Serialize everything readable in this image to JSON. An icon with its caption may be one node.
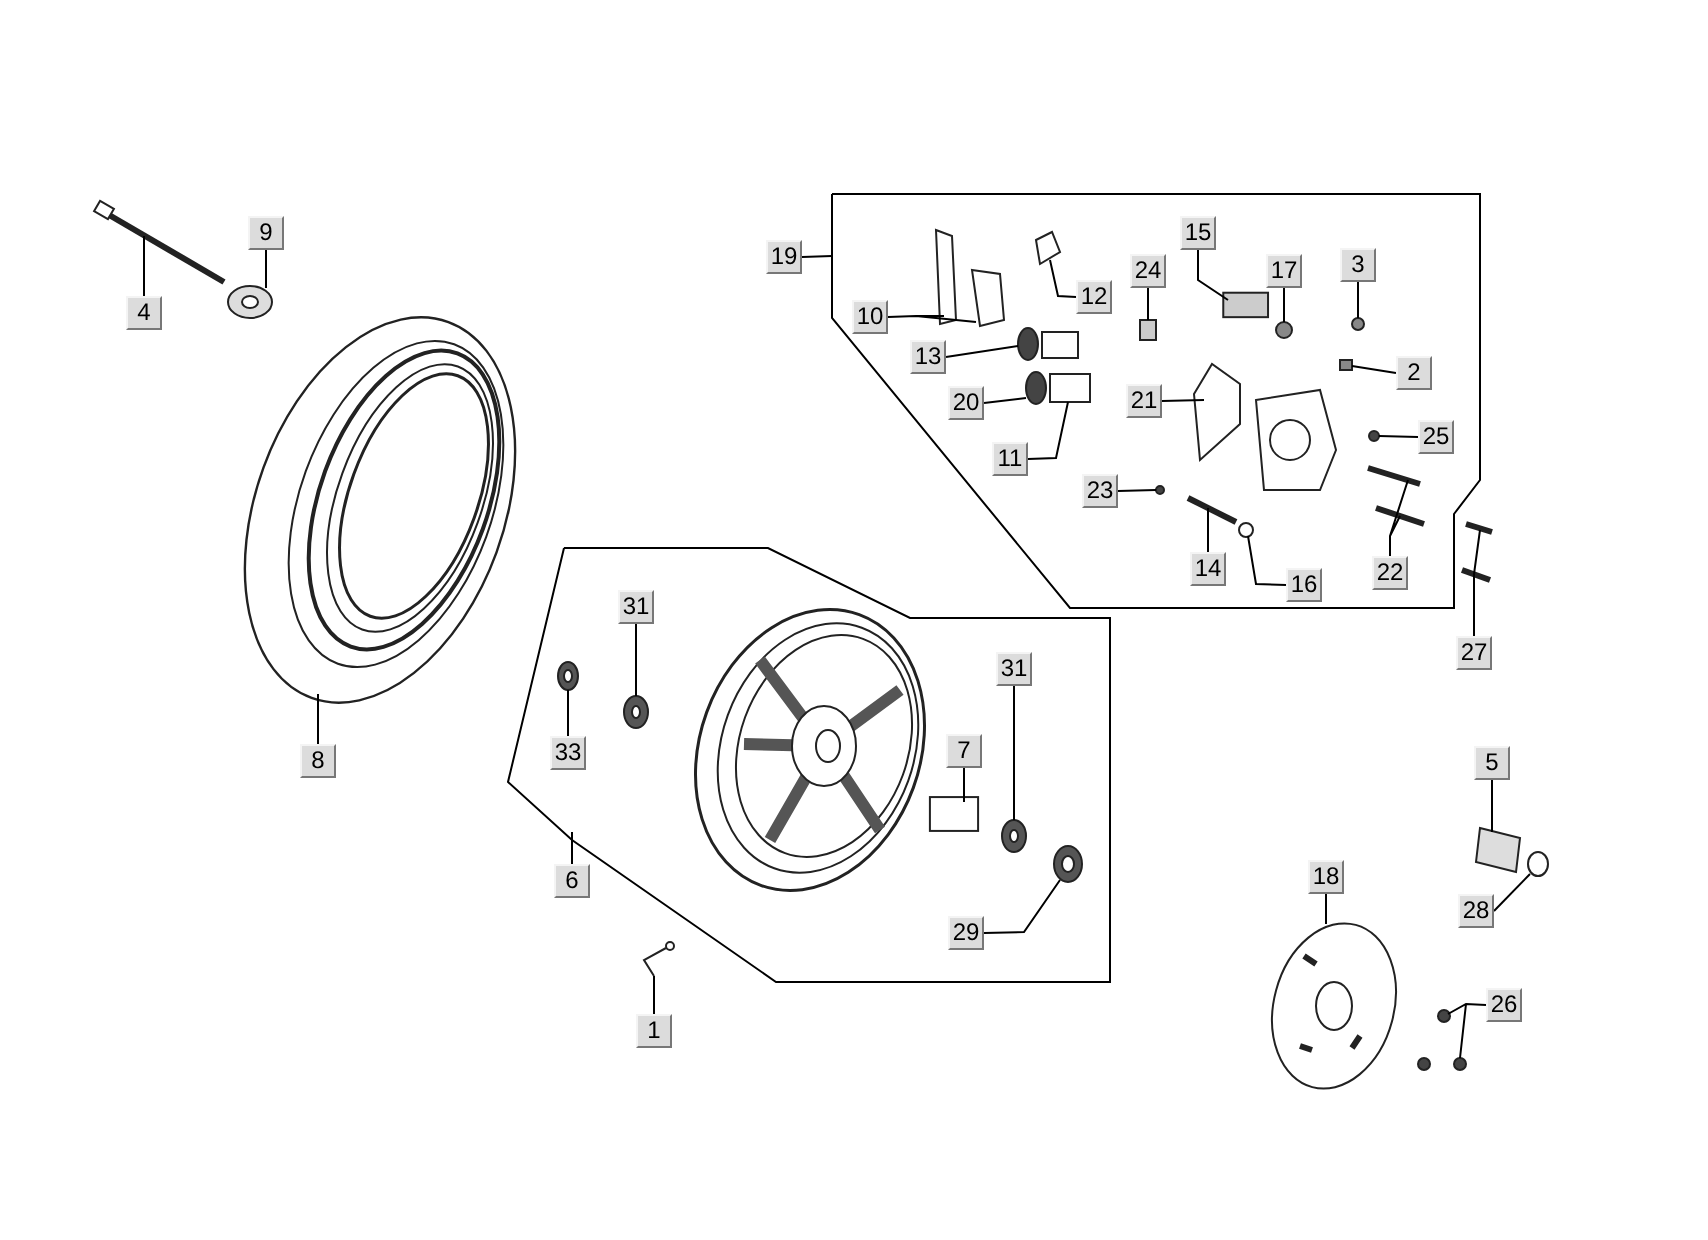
{
  "diagram": {
    "nodes": [
      {
        "text": [
          "9"
        ]
      },
      {
        "text": [
          "4"
        ]
      },
      {
        "text": [
          "19"
        ]
      },
      {
        "text": [
          "15"
        ]
      },
      {
        "text": [
          "24"
        ]
      },
      {
        "text": [
          "17"
        ]
      },
      {
        "text": [
          "3"
        ]
      },
      {
        "text": [
          "10"
        ]
      },
      {
        "text": [
          "12"
        ]
      },
      {
        "text": [
          "13"
        ]
      },
      {
        "text": [
          "2"
        ]
      },
      {
        "text": [
          "21"
        ]
      },
      {
        "text": [
          "20"
        ]
      },
      {
        "text": [
          "25"
        ]
      },
      {
        "text": [
          "11"
        ]
      },
      {
        "text": [
          "23"
        ]
      },
      {
        "text": [
          "22"
        ]
      },
      {
        "text": [
          "14"
        ]
      },
      {
        "text": [
          "16"
        ]
      },
      {
        "text": [
          "27"
        ]
      },
      {
        "text": [
          "31"
        ]
      },
      {
        "text": [
          "31"
        ]
      },
      {
        "text": [
          "33"
        ]
      },
      {
        "text": [
          "7"
        ]
      },
      {
        "text": [
          "8"
        ]
      },
      {
        "text": [
          "5"
        ]
      },
      {
        "text": [
          "6"
        ]
      },
      {
        "text": [
          "18"
        ]
      },
      {
        "text": [
          "28"
        ]
      },
      {
        "text": [
          "29"
        ]
      },
      {
        "text": [
          "26"
        ]
      },
      {
        "text": [
          "1"
        ]
      },
      {
        "text": [],
        "shape": "picture"
      },
      {
        "text": [],
        "shape": "picture"
      },
      {
        "text": [],
        "shape": "picture"
      },
      {
        "text": [],
        "shape": "picture"
      },
      {
        "text": [],
        "shape": "picture"
      },
      {
        "text": [],
        "shape": "circle"
      },
      {
        "text": [],
        "shape": "circle"
      },
      {
        "text": [],
        "shape": "picture"
      },
      {
        "text": [],
        "shape": "box"
      },
      {
        "text": [],
        "shape": "box"
      },
      {
        "text": [],
        "shape": "circle"
      },
      {
        "text": [],
        "shape": "circle"
      },
      {
        "text": [],
        "shape": "box"
      },
      {
        "text": [],
        "shape": "picture"
      },
      {
        "text": [],
        "shape": "circle"
      },
      {
        "text": [],
        "shape": "circle"
      },
      {
        "text": [],
        "shape": "picture"
      },
      {
        "text": [],
        "shape": "picture"
      },
      {
        "text": [],
        "shape": "circle"
      },
      {
        "text": [],
        "shape": "picture"
      },
      {
        "text": [],
        "shape": "picture"
      },
      {
        "text": [],
        "shape": "picture"
      },
      {
        "text": [],
        "shape": "picture"
      },
      {
        "text": [],
        "shape": "box"
      },
      {
        "text": [],
        "shape": "picture"
      },
      {
        "text": [],
        "shape": "picture"
      },
      {
        "text": [],
        "shape": "circle"
      },
      {
        "text": [],
        "shape": "picture"
      },
      {
        "text": [],
        "shape": "picture"
      },
      {
        "text": [],
        "shape": "picture"
      }
    ],
    "edges": [
      {
        "from": 0,
        "to": 33,
        "arrow": "none"
      },
      {
        "from": 1,
        "to": 32,
        "arrow": "none"
      },
      {
        "from": 2,
        "to": null,
        "arrow": "none"
      },
      {
        "from": 3,
        "to": 41,
        "arrow": "none"
      },
      {
        "from": 4,
        "to": 40,
        "arrow": "none"
      },
      {
        "from": 5,
        "to": 42,
        "arrow": "none"
      },
      {
        "from": 6,
        "to": 43,
        "arrow": "none"
      },
      {
        "from": 7,
        "to": 35,
        "arrow": "none"
      },
      {
        "from": 8,
        "to": 36,
        "arrow": "none"
      },
      {
        "from": 9,
        "to": 37,
        "arrow": "none"
      },
      {
        "from": 10,
        "to": 44,
        "arrow": "none"
      },
      {
        "from": 11,
        "to": 45,
        "arrow": "none"
      },
      {
        "from": 12,
        "to": 38,
        "arrow": "none"
      },
      {
        "from": 13,
        "to": 46,
        "arrow": "none"
      },
      {
        "from": 14,
        "to": 39,
        "arrow": "none"
      },
      {
        "from": 15,
        "to": 47,
        "arrow": "none"
      },
      {
        "from": 16,
        "to": 48,
        "arrow": "none"
      },
      {
        "from": 17,
        "to": 49,
        "arrow": "none"
      },
      {
        "from": 18,
        "to": 50,
        "arrow": "none"
      },
      {
        "from": 19,
        "to": 51,
        "arrow": "none"
      },
      {
        "from": 20,
        "to": 52,
        "arrow": "none"
      },
      {
        "from": 21,
        "to": 53,
        "arrow": "none"
      },
      {
        "from": 22,
        "to": 54,
        "arrow": "none"
      },
      {
        "from": 23,
        "to": 55,
        "arrow": "none"
      },
      {
        "from": 24,
        "to": 34,
        "arrow": "none"
      },
      {
        "from": 25,
        "to": 56,
        "arrow": "none"
      },
      {
        "from": 26,
        "to": null,
        "arrow": "none"
      },
      {
        "from": 27,
        "to": 57,
        "arrow": "none"
      },
      {
        "from": 28,
        "to": 58,
        "arrow": "none"
      },
      {
        "from": 29,
        "to": 59,
        "arrow": "none"
      },
      {
        "from": 30,
        "to": 60,
        "arrow": "none"
      },
      {
        "from": 31,
        "to": 61,
        "arrow": "none"
      }
    ]
  }
}
